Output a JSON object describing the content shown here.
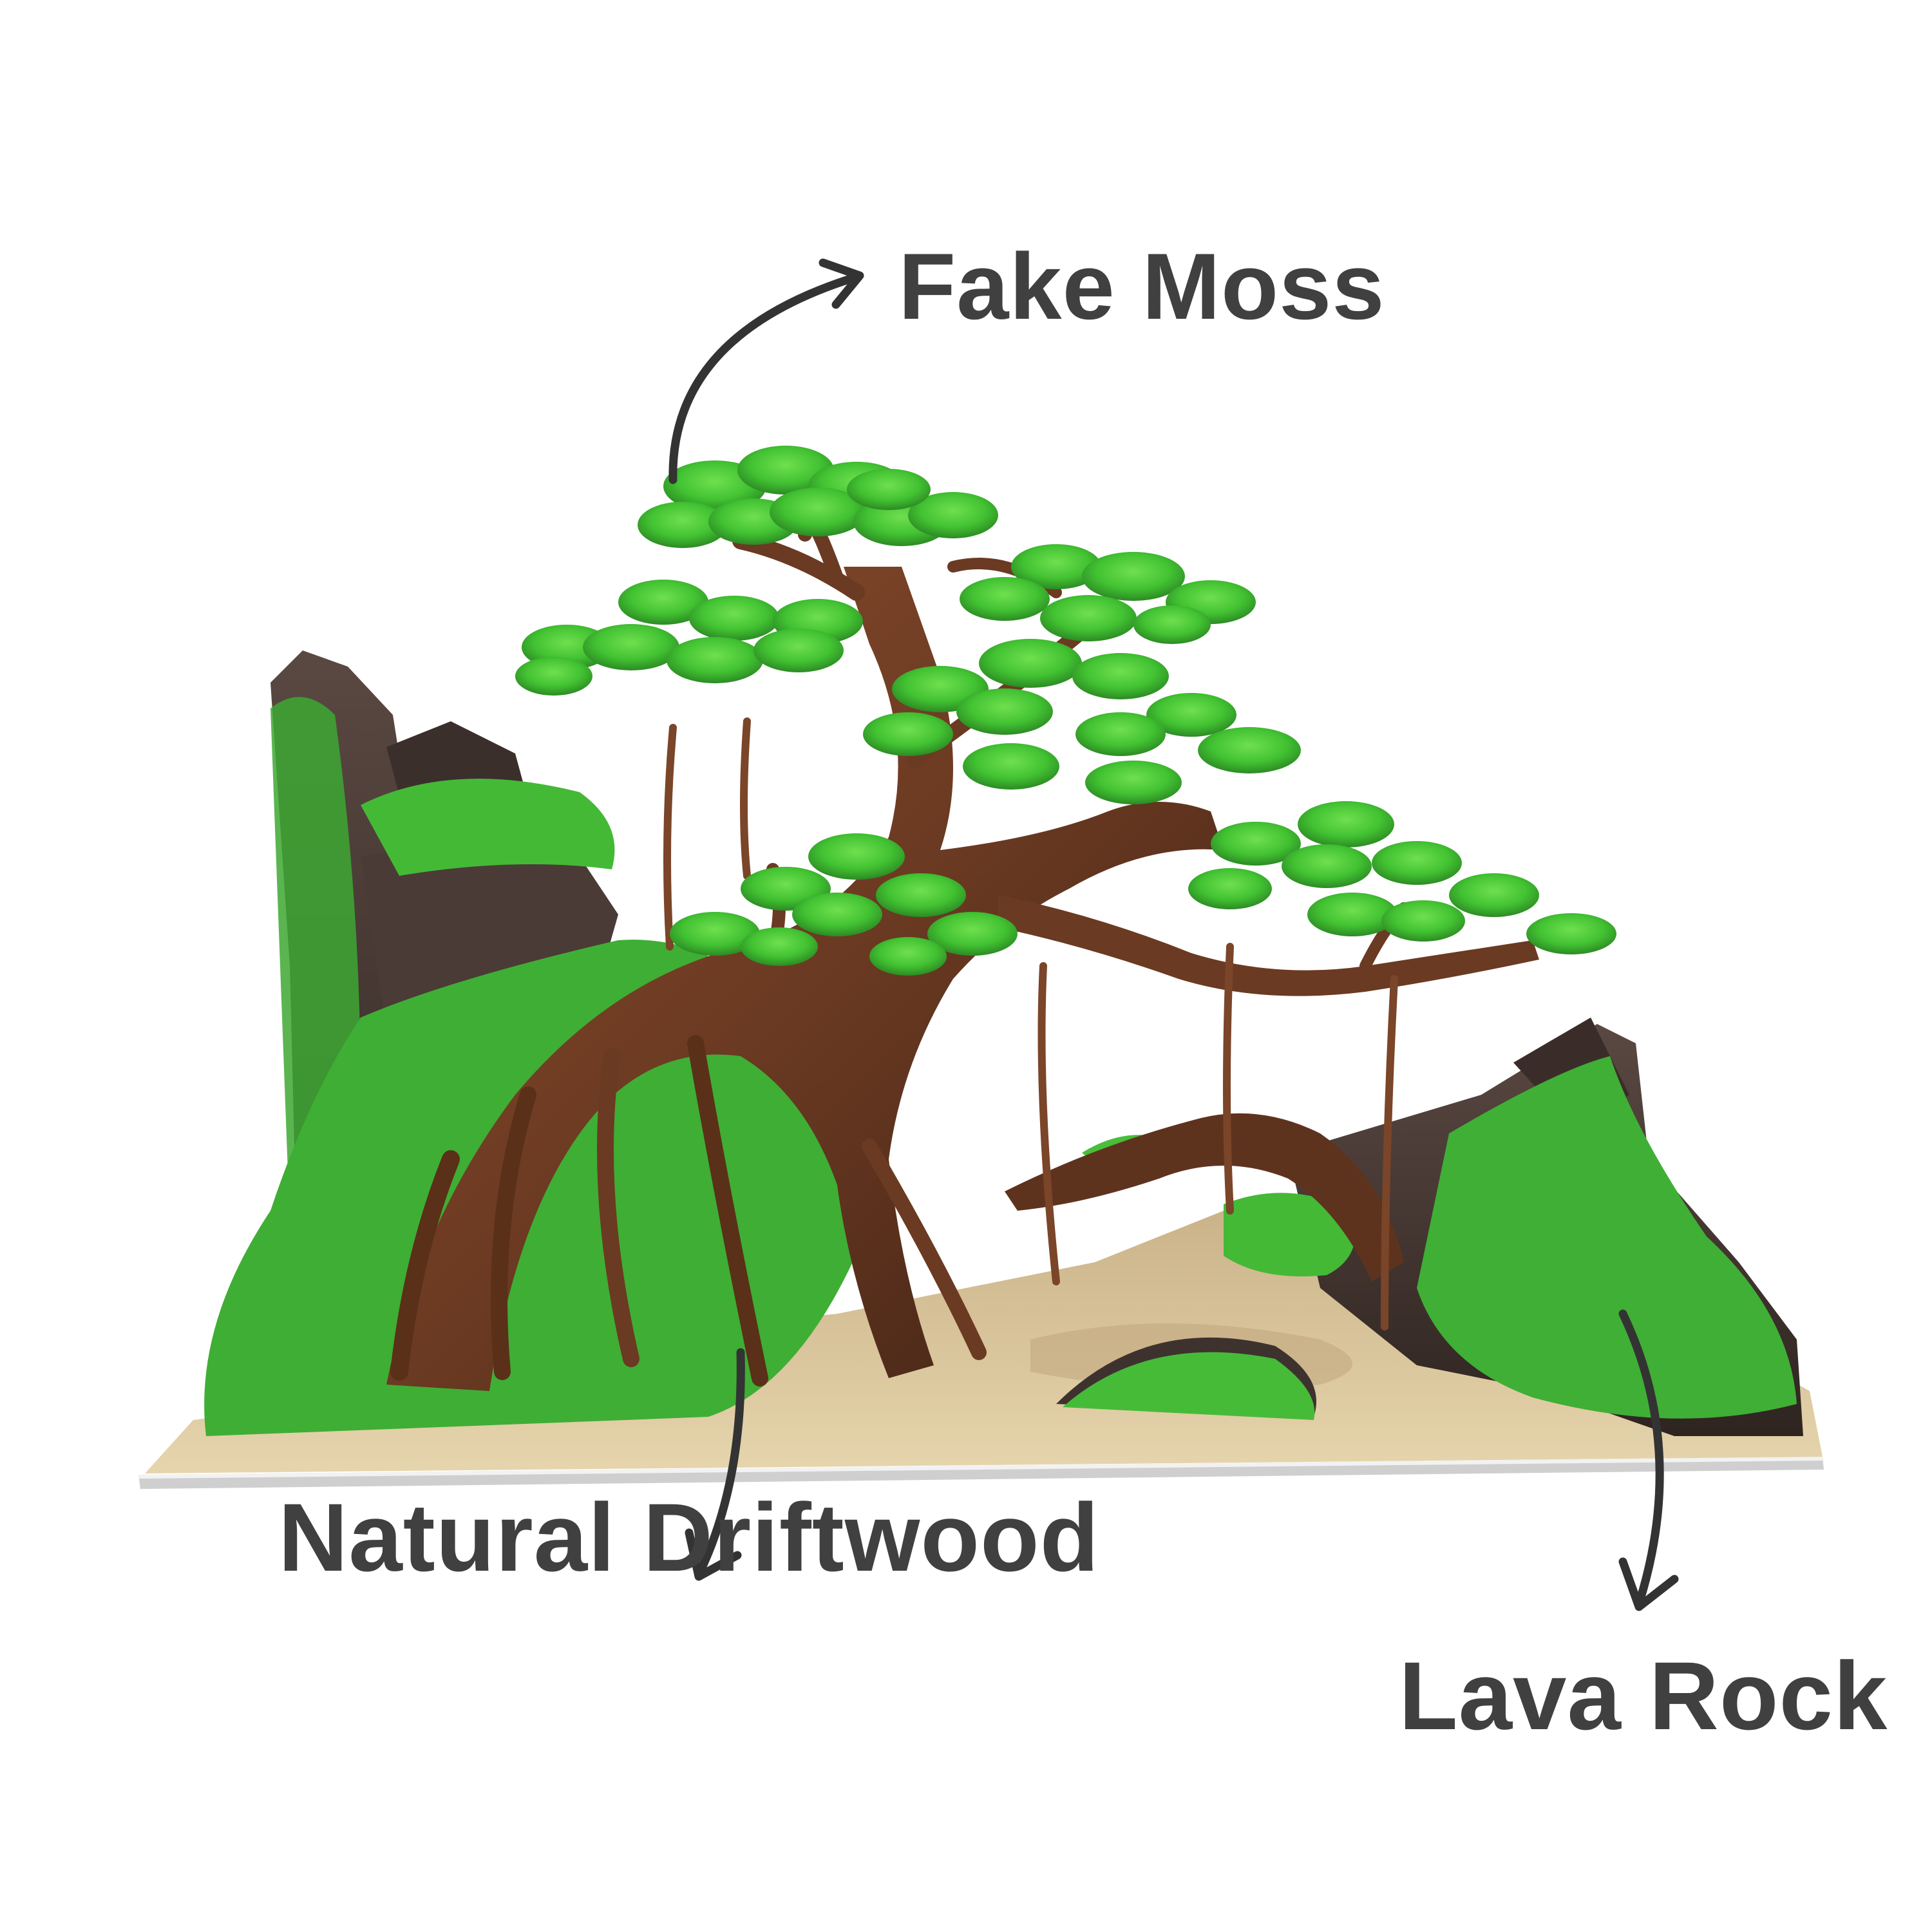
{
  "labels": {
    "fake_moss": "Fake Moss",
    "natural_driftwood": "Natural Driftwood",
    "lava_rock": "Lava Rock"
  },
  "colors": {
    "label_text": "#404040",
    "arrow": "#333333",
    "moss_green": "#4cc43a",
    "moss_dark": "#2f8a2a",
    "driftwood": "#6b3a22",
    "driftwood_dark": "#3f2214",
    "lava_rock": "#4a3b36",
    "sand": "#d8c49a",
    "base_plate": "#cfcfcf"
  }
}
